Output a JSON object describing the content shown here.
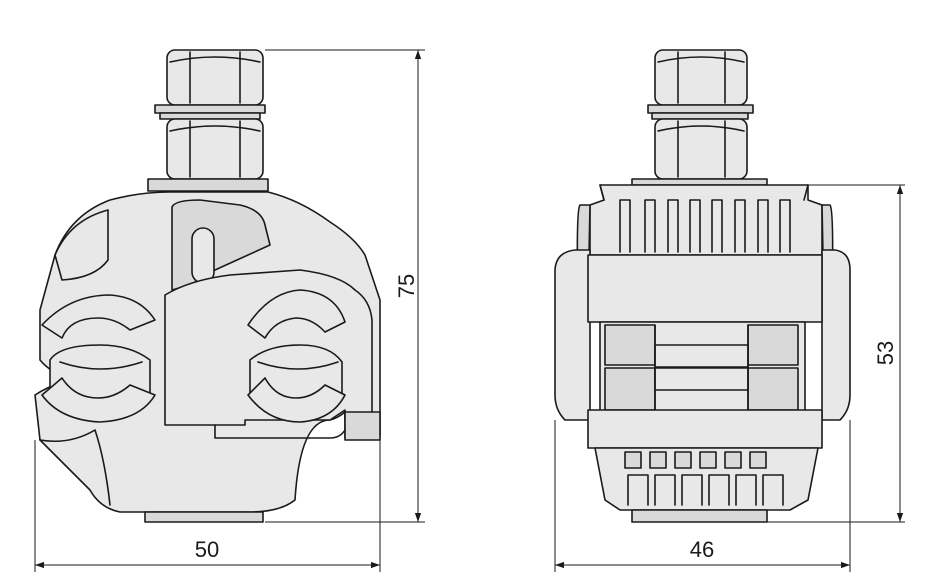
{
  "dimensions": {
    "left_view_width": "50",
    "left_view_height": "75",
    "right_view_width": "46",
    "right_view_height": "53"
  },
  "colors": {
    "stroke": "#1a1a1a",
    "fill": "#e8e8e8",
    "fill_dark": "#d9d9d9"
  }
}
